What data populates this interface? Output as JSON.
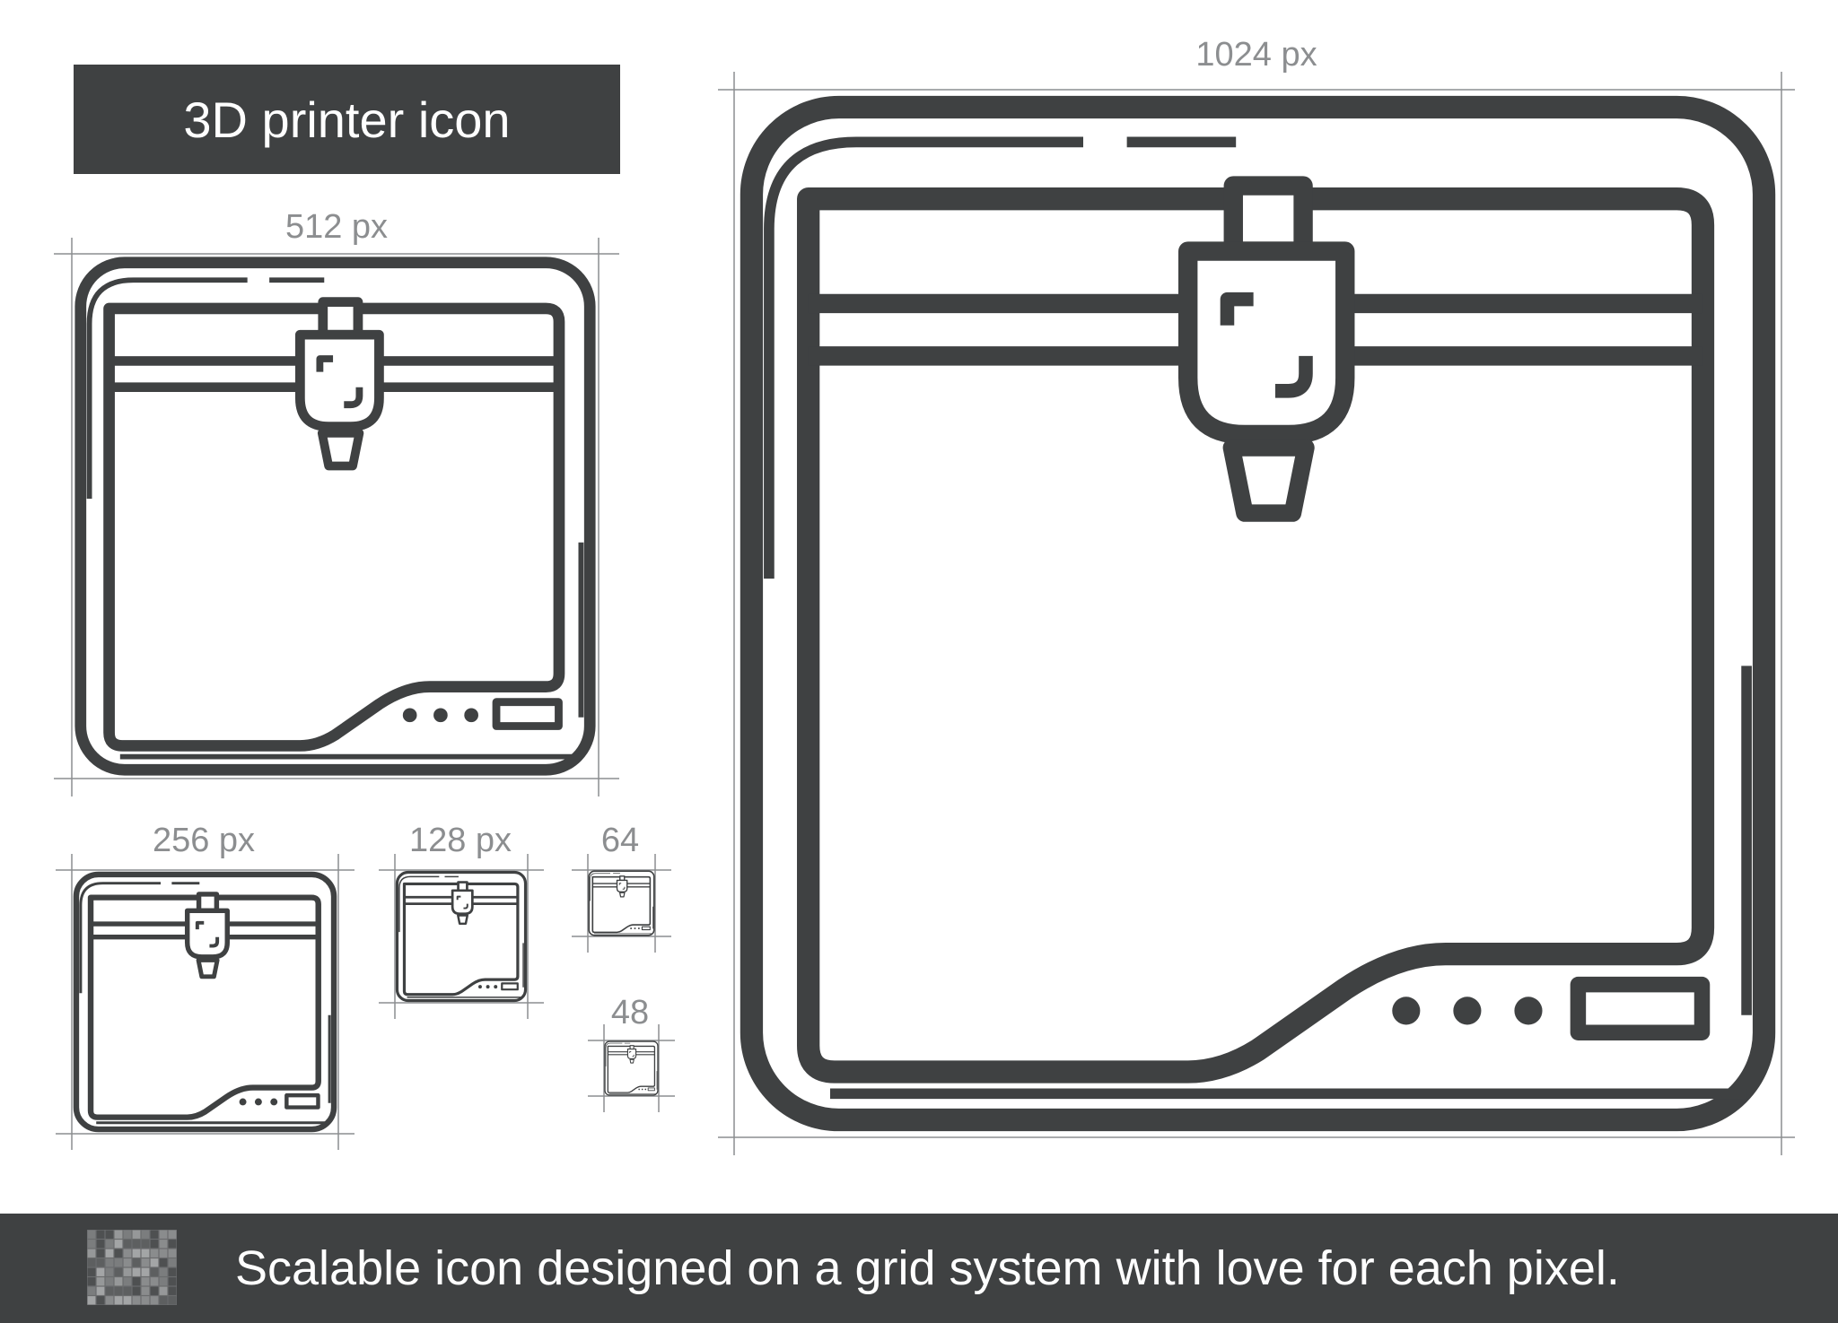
{
  "title": "3D printer icon",
  "sizes": {
    "s1024": "1024 px",
    "s512": "512 px",
    "s256": "256 px",
    "s128": "128 px",
    "s64": "64",
    "s48": "48"
  },
  "footer": {
    "text": "Scalable icon designed on a grid system with love for each pixel.",
    "icon": "grid-pattern-icon"
  },
  "colors": {
    "dark": "#3f4142",
    "guide": "#8c8e90",
    "background": "#ffffff"
  },
  "icon_name": "3d-printer-icon"
}
